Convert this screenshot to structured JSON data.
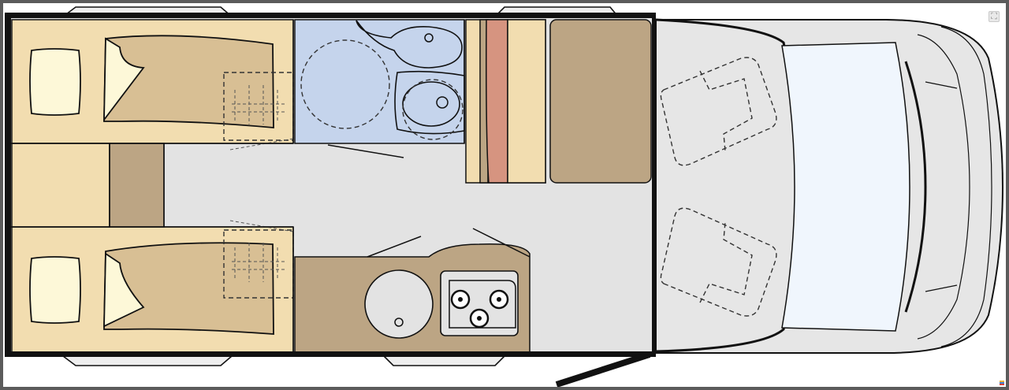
{
  "viewer": {
    "fullscreen_icon": "expand-icon",
    "fullscreen_glyph": "⛶"
  },
  "floorplan": {
    "colors": {
      "outline": "#111111",
      "bed": "#f2ddb0",
      "mattress": "#d8bf94",
      "pillow": "#fdf8d8",
      "wood": "#bca584",
      "bathroom": "#c5d4ec",
      "floor": "#e3e3e3",
      "cab": "#e6e6e6",
      "windshield": "#f0f6fd",
      "fridge_accent": "#d69480",
      "window_frame": "#eeeeee"
    },
    "areas": [
      "rear-bed-top",
      "rear-bed-bottom",
      "bathroom",
      "wardrobe",
      "cupboard",
      "kitchen",
      "aisle",
      "driver-cab"
    ]
  }
}
